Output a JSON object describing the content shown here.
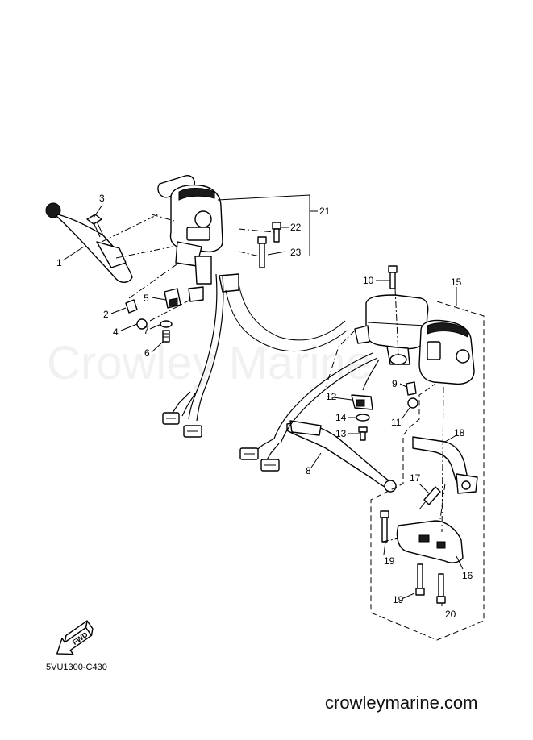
{
  "watermark": "Crowley Marine",
  "diagram_code": "5VU1300-C430",
  "site_url": "crowleymarine.com",
  "fwd_label": "FWD",
  "callouts": {
    "c1": "1",
    "c2": "2",
    "c3": "3",
    "c4": "4",
    "c5": "5",
    "c6": "6",
    "c7": "7",
    "c8": "8",
    "c9": "9",
    "c10": "10",
    "c11": "11",
    "c12": "12",
    "c13": "13",
    "c14": "14",
    "c15": "15",
    "c16": "16",
    "c17": "17",
    "c18": "18",
    "c19a": "19",
    "c19b": "19",
    "c20": "20",
    "c21": "21",
    "c22": "22",
    "c23": "23"
  }
}
